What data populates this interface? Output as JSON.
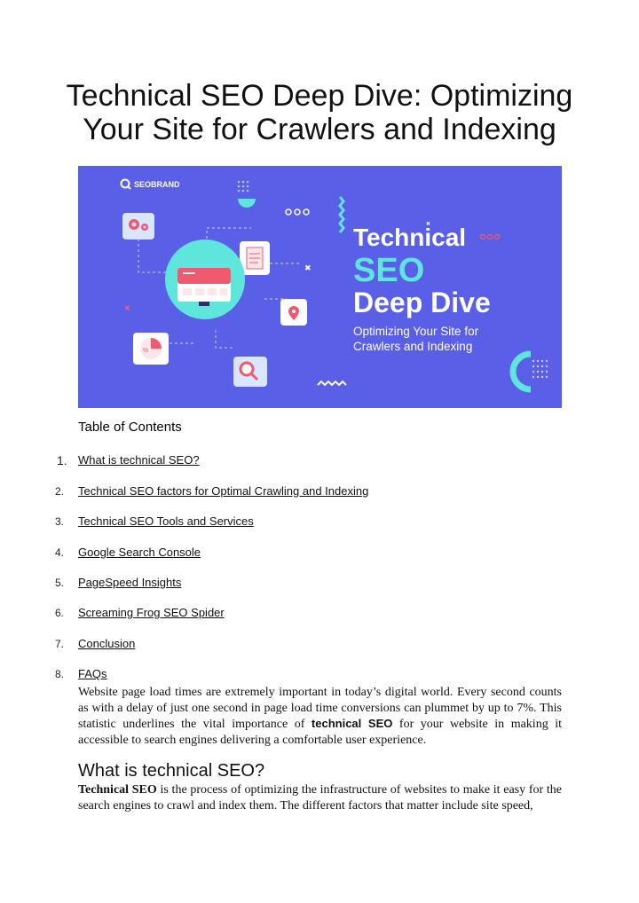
{
  "document": {
    "title_line1": "Technical SEO Deep Dive: Optimizing",
    "title_line2": "Your Site for Crawlers and Indexing"
  },
  "banner": {
    "brand": "SEOBRAND",
    "heading_line1": "Technical",
    "heading_line2": "SEO",
    "heading_line3": "Deep Dive",
    "subtitle_line1": "Optimizing Your Site for",
    "subtitle_line2": "Crawlers and Indexing",
    "colors": {
      "background": "#5a5fe8",
      "accent_teal": "#5ee6dc",
      "accent_red": "#f05a6e",
      "text": "#ffffff"
    }
  },
  "toc": {
    "heading": "Table of Contents",
    "items": [
      {
        "num": "1.",
        "label": "What is technical SEO?"
      },
      {
        "num": "2.",
        "label": "Technical SEO factors for Optimal Crawling and Indexing"
      },
      {
        "num": "3.",
        "label": "Technical SEO Tools and Services"
      },
      {
        "num": "4.",
        "label": "Google Search Console"
      },
      {
        "num": "5.",
        "label": "PageSpeed Insights"
      },
      {
        "num": "6.",
        "label": "Screaming Frog SEO Spider"
      },
      {
        "num": "7.",
        "label": "Conclusion"
      },
      {
        "num": "8.",
        "label": "FAQs"
      }
    ]
  },
  "intro": {
    "text_before": "Website page load times are extremely important in today’s digital world. Every second counts as with a delay of just one second in page load time conversions can plummet by up to 7%. This statistic underlines the vital importance of ",
    "keyword": "technical SEO",
    "text_after": " for your website in making it accessible to search engines delivering a comfortable user experience."
  },
  "section1": {
    "heading": "What is technical SEO?",
    "keyword": "Technical SEO",
    "text": " is the process of optimizing the infrastructure of websites to make it easy for the search engines to crawl and index them. The different factors that matter include site speed,"
  }
}
